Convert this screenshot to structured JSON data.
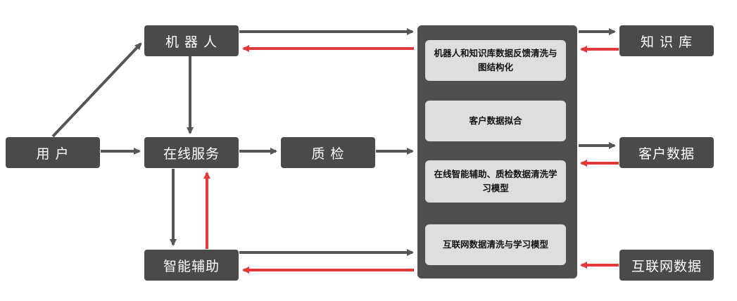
{
  "nodes": {
    "user": "用 户",
    "robot": "机 器 人",
    "online_service": "在线服务",
    "quality_check": "质 检",
    "smart_assist": "智能辅助",
    "knowledge_base": "知 识 库",
    "customer_data": "客户数据",
    "internet_data": "互联网数据"
  },
  "process_boxes": [
    "机器人和知识库数据反馈清洗与图结构化",
    "客户数据拟合",
    "在线智能辅助、质检数据清洗学习模型",
    "互联网数据清洗与学习模型"
  ],
  "colors": {
    "node": "#4a4a4a",
    "arrow_dark": "#555555",
    "arrow_red": "#e03a3a",
    "box": "#dedede"
  }
}
